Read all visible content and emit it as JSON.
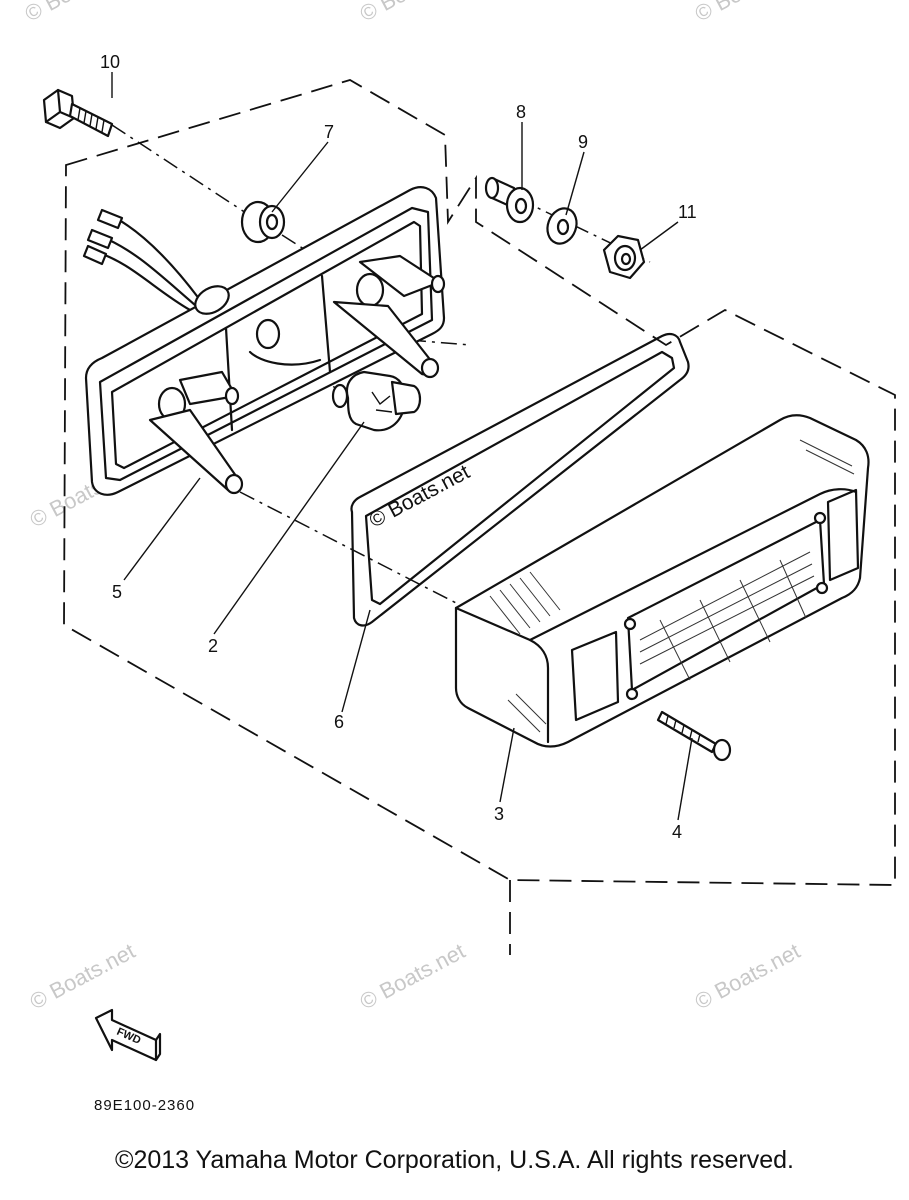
{
  "callouts": [
    {
      "id": "10",
      "label": "10"
    },
    {
      "id": "7",
      "label": "7"
    },
    {
      "id": "8",
      "label": "8"
    },
    {
      "id": "9",
      "label": "9"
    },
    {
      "id": "11",
      "label": "11"
    },
    {
      "id": "5",
      "label": "5"
    },
    {
      "id": "2",
      "label": "2"
    },
    {
      "id": "6",
      "label": "6"
    },
    {
      "id": "3",
      "label": "3"
    },
    {
      "id": "4",
      "label": "4"
    }
  ],
  "watermarks": [
    "© Boats.net"
  ],
  "gasket_watermark": "© Boats.net",
  "fwd_label": "FWD",
  "diagram_code": "89E100-2360",
  "copyright": "©2013 Yamaha Motor Corporation, U.S.A. All rights reserved."
}
